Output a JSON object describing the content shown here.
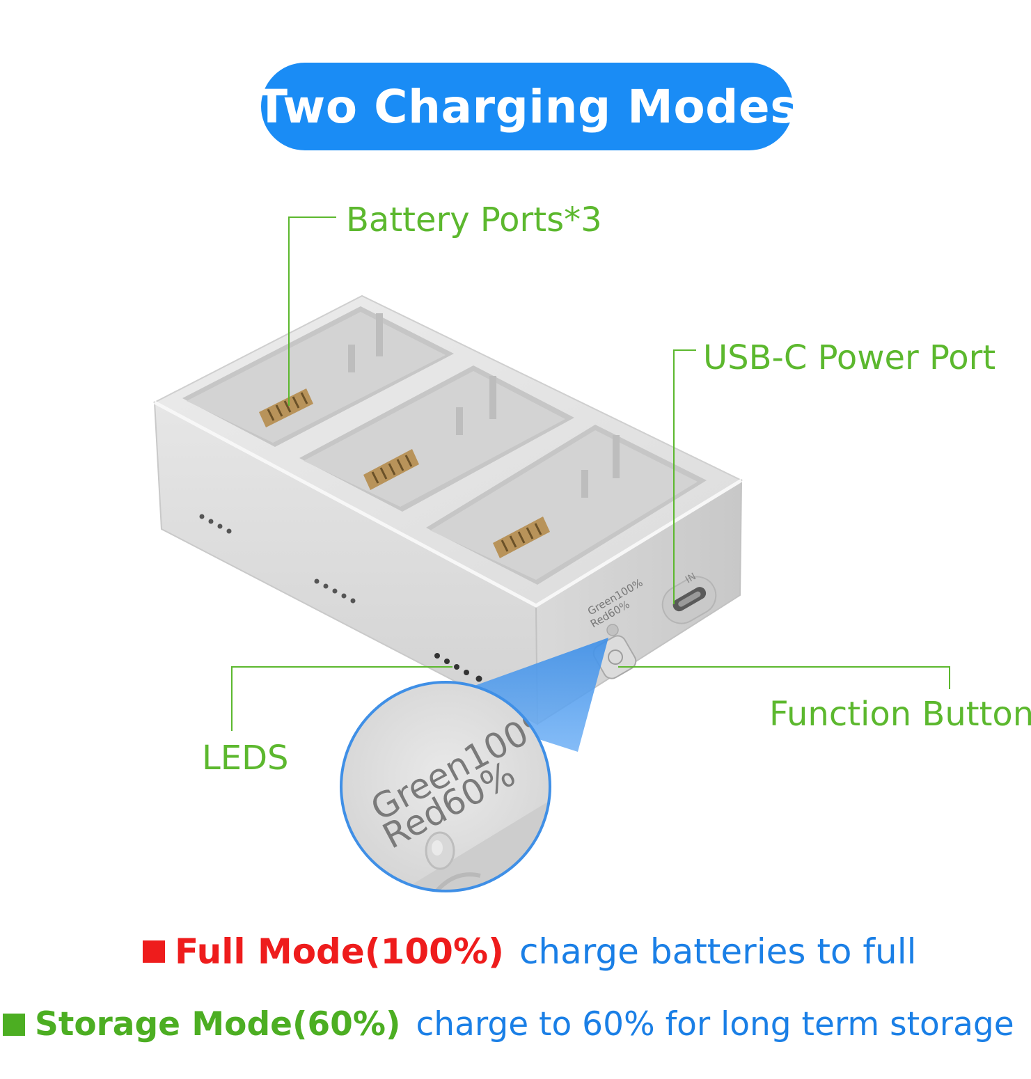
{
  "title": "Two Charging Modes",
  "callouts": {
    "battery_ports": "Battery Ports*3",
    "usb_c": "USB-C Power Port",
    "function_button": "Function Button",
    "leds": "LEDS"
  },
  "device_print": {
    "green_label": "Green100%",
    "red_label": "Red60%",
    "in_label": "IN"
  },
  "modes": [
    {
      "name": "Full Mode(100%)",
      "description": "charge batteries to full"
    },
    {
      "name": "Storage Mode(60%)",
      "description": "charge to 60% for long term storage"
    }
  ],
  "colors": {
    "title_bg": "#1a8cf5",
    "callout_text": "#5cb82e",
    "full_mode": "#ee1c1c",
    "storage_mode": "#4cae22",
    "description": "#1a7fe6"
  }
}
